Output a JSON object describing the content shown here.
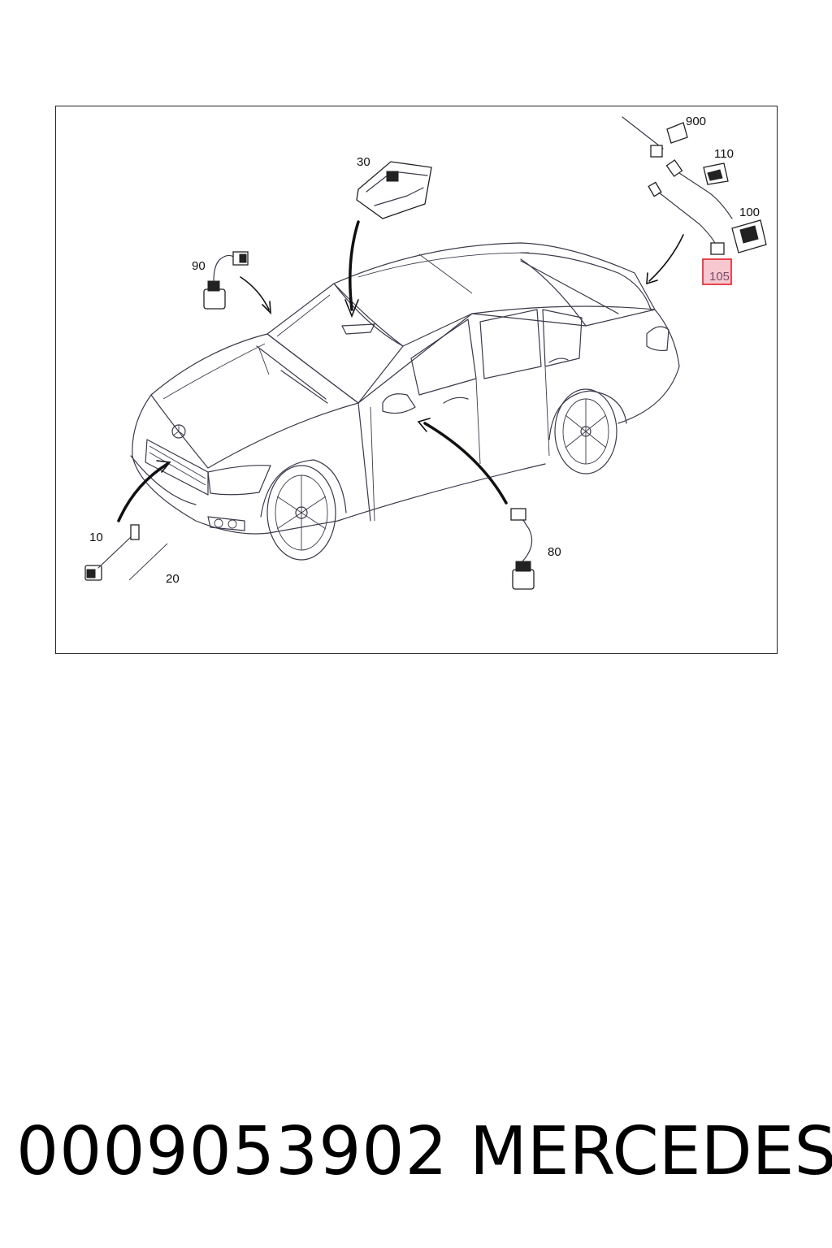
{
  "diagram": {
    "callouts": [
      {
        "id": "c900",
        "label": "900"
      },
      {
        "id": "c110",
        "label": "110"
      },
      {
        "id": "c100",
        "label": "100"
      },
      {
        "id": "c105",
        "label": "105",
        "highlighted": true
      },
      {
        "id": "c30",
        "label": "30"
      },
      {
        "id": "c90",
        "label": "90"
      },
      {
        "id": "c10",
        "label": "10"
      },
      {
        "id": "c20",
        "label": "20"
      },
      {
        "id": "c80",
        "label": "80"
      }
    ],
    "highlight_color": "#e0202a",
    "highlight_fill": "#f8c8d0"
  },
  "caption": {
    "part_number": "0009053902",
    "brand": "MERCEDES"
  }
}
